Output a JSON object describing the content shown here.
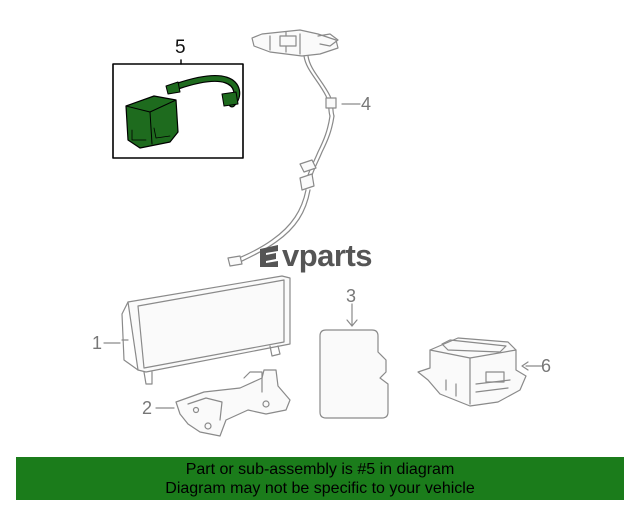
{
  "callouts": {
    "part1": "1",
    "part2": "2",
    "part3": "3",
    "part4": "4",
    "part5": "5",
    "part6": "6"
  },
  "watermark": {
    "logo_text": "vparts",
    "logo_icon": "ev-logo-mark-icon"
  },
  "banner": {
    "line1": "Part or sub-assembly is #5 in diagram",
    "line2": "Diagram may not be specific to your vehicle"
  },
  "colors": {
    "highlight_part": "#1e6b1e",
    "banner_bg": "#1b7c1b",
    "line_art": "#8a8a8a"
  }
}
